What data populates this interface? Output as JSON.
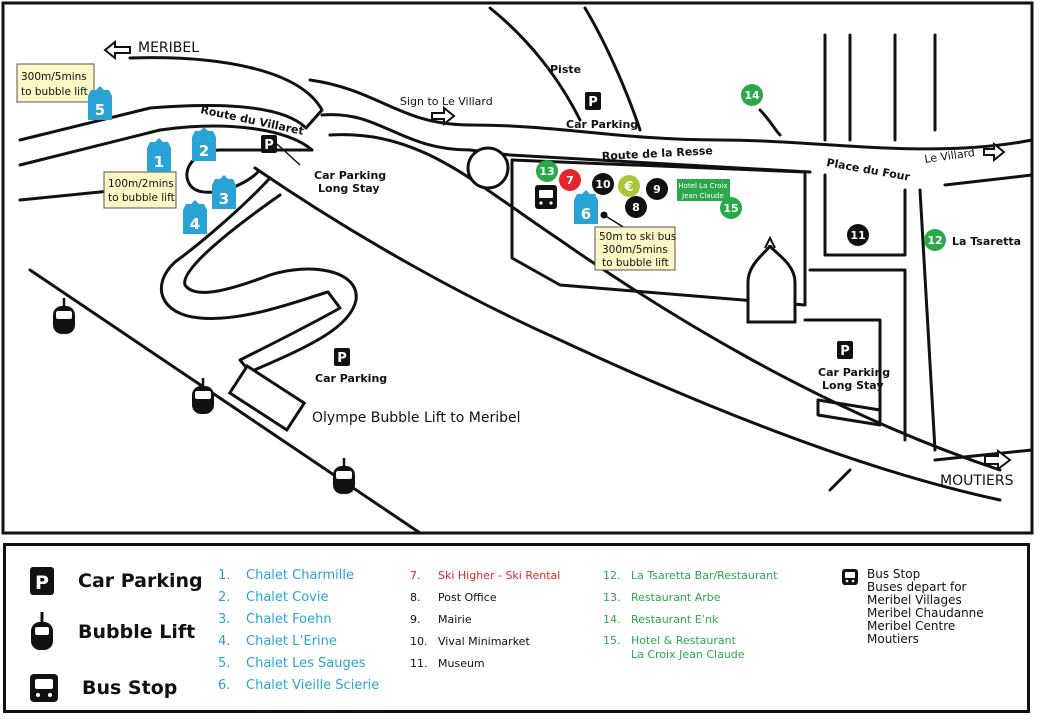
{
  "map": {
    "places": {
      "meribel": "MERIBEL",
      "moutiers": "MOUTIERS",
      "le_villard": "Le Villard",
      "sign_le_villard": "Sign to Le Villard",
      "piste": "Piste",
      "place_du_four": "Place du Four",
      "la_tsaretta": "La Tsaretta",
      "olympe_lift": "Olympe Bubble Lift to Meribel"
    },
    "roads": {
      "route_du_villaret": "Route du Villaret",
      "route_de_la_resse": "Route de la Resse"
    },
    "parking": {
      "top": "Car Parking",
      "long_stay_left_1": "Car Parking",
      "long_stay_left_2": "Long Stay",
      "lower": "Car Parking",
      "long_stay_right_1": "Car Parking",
      "long_stay_right_2": "Long Stay",
      "p_symbol": "P"
    },
    "callouts": {
      "c5_1": "300m/5mins",
      "c5_2": "to bubble lift",
      "c1_1": "100m/2mins",
      "c1_2": "to bubble lift",
      "c6_1": "50m to ski bus",
      "c6_2": "300m/5mins",
      "c6_3": "to bubble lift",
      "hotel_1": "Hotel La Croix",
      "hotel_2": "Jean Claude"
    },
    "markers": {
      "m1": "1",
      "m2": "2",
      "m3": "3",
      "m4": "4",
      "m5": "5",
      "m6": "6",
      "m7": "7",
      "m8": "8",
      "m9": "9",
      "m10": "10",
      "m11": "11",
      "m12": "12",
      "m13": "13",
      "m14": "14",
      "m15": "15",
      "euro": "€"
    }
  },
  "legend": {
    "keys": {
      "car_parking": "Car Parking",
      "bubble_lift": "Bubble Lift",
      "bus_stop": "Bus Stop"
    },
    "chalets": [
      {
        "num": "1.",
        "name": "Chalet Charmille"
      },
      {
        "num": "2.",
        "name": "Chalet Covie"
      },
      {
        "num": "3.",
        "name": "Chalet Foehn"
      },
      {
        "num": "4.",
        "name": "Chalet L’Erine"
      },
      {
        "num": "5.",
        "name": "Chalet Les Sauges"
      },
      {
        "num": "6.",
        "name": "Chalet Vieille Scierie"
      }
    ],
    "services": [
      {
        "num": "7.",
        "name": "Ski Higher - Ski Rental"
      },
      {
        "num": "8.",
        "name": "Post Office"
      },
      {
        "num": "9.",
        "name": "Mairie"
      },
      {
        "num": "10.",
        "name": "Vival Minimarket"
      },
      {
        "num": "11.",
        "name": "Museum"
      }
    ],
    "restaurants": [
      {
        "num": "12.",
        "name": "La Tsaretta Bar/Restaurant"
      },
      {
        "num": "13.",
        "name": "Restaurant Arbe"
      },
      {
        "num": "14.",
        "name": "Restaurant E’nk"
      },
      {
        "num": "15.",
        "name": "Hotel & Restaurant\nLa Croix Jean Claude"
      }
    ],
    "bus_info": {
      "title": "Bus Stop",
      "line1": "Buses depart for",
      "line2": "Meribel Villages",
      "line3": "Meribel Chaudanne",
      "line4": "Meribel Centre",
      "line5": "Moutiers"
    }
  },
  "colors": {
    "chalet_blue": "#29a3d6",
    "restaurant_green": "#2aa84a",
    "service_red": "#e8232a",
    "euro_yellow": "#a6c93c",
    "callout_fill": "#fcf7c4"
  }
}
